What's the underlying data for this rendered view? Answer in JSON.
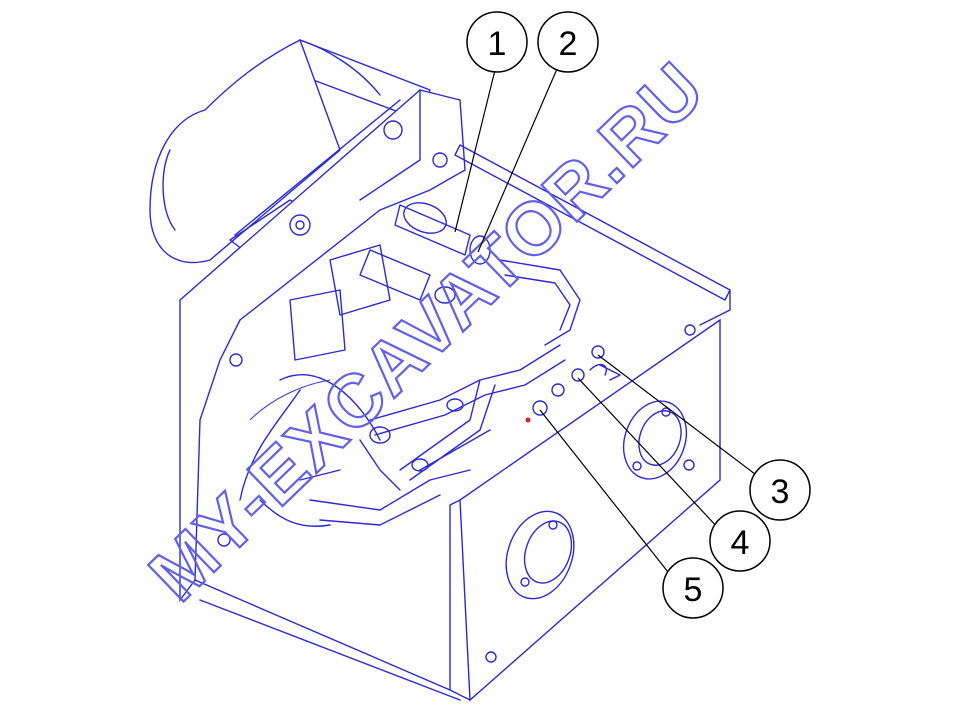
{
  "diagram": {
    "callouts": [
      {
        "id": "1",
        "label": "1"
      },
      {
        "id": "2",
        "label": "2"
      },
      {
        "id": "3",
        "label": "3"
      },
      {
        "id": "4",
        "label": "4"
      },
      {
        "id": "5",
        "label": "5"
      }
    ],
    "watermark": "MY-EXCAVATOR.RU",
    "line_color": "#2a2ad6",
    "background": "#ffffff"
  }
}
